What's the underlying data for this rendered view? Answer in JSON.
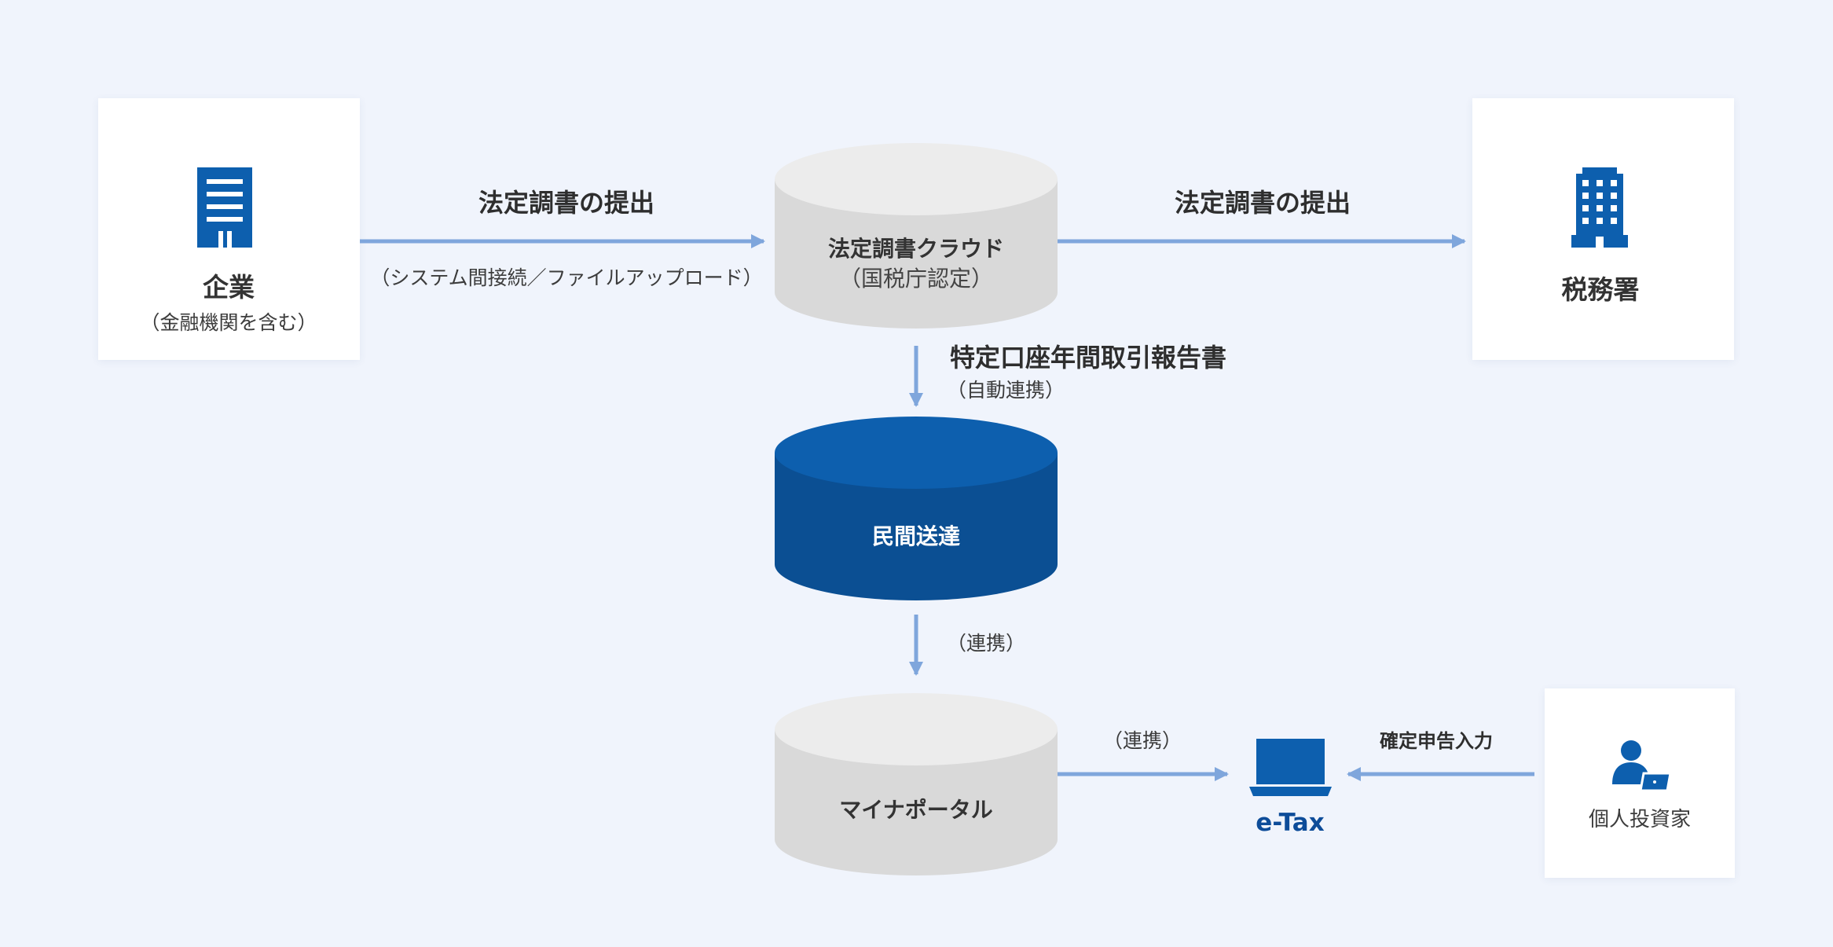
{
  "colors": {
    "background": "#f0f4fc",
    "card": "#ffffff",
    "accent_blue": "#0d5fae",
    "accent_blue_dark": "#0b4f93",
    "arrow": "#7fa6dc",
    "cylinder_gray_top": "#ececec",
    "cylinder_gray_body": "#d9d9d9",
    "label_text": "#333333",
    "etax_text": "#0d4c99"
  },
  "nodes": {
    "company": {
      "title": "企業",
      "subtitle": "（金融機関を含む）",
      "icon": "office-building-icon"
    },
    "tax_office": {
      "title": "税務署",
      "icon": "tax-office-building-icon"
    },
    "cloud": {
      "title": "法定調書クラウド",
      "subtitle": "（国税庁認定）"
    },
    "private_delivery": {
      "title": "民間送達"
    },
    "myna_portal": {
      "title": "マイナポータル"
    },
    "etax": {
      "title": "e-Tax",
      "icon": "laptop-icon"
    },
    "investor": {
      "title": "個人投資家",
      "icon": "person-with-laptop-icon"
    }
  },
  "edges": {
    "company_to_cloud": {
      "label": "法定調書の提出",
      "sublabel": "（システム間接続／ファイルアップロード）"
    },
    "cloud_to_tax_office": {
      "label": "法定調書の提出"
    },
    "cloud_to_delivery": {
      "label": "特定口座年間取引報告書",
      "sublabel": "（自動連携）"
    },
    "delivery_to_portal": {
      "sublabel": "（連携）"
    },
    "portal_to_etax": {
      "sublabel": "（連携）"
    },
    "investor_to_etax": {
      "label": "確定申告入力"
    }
  }
}
